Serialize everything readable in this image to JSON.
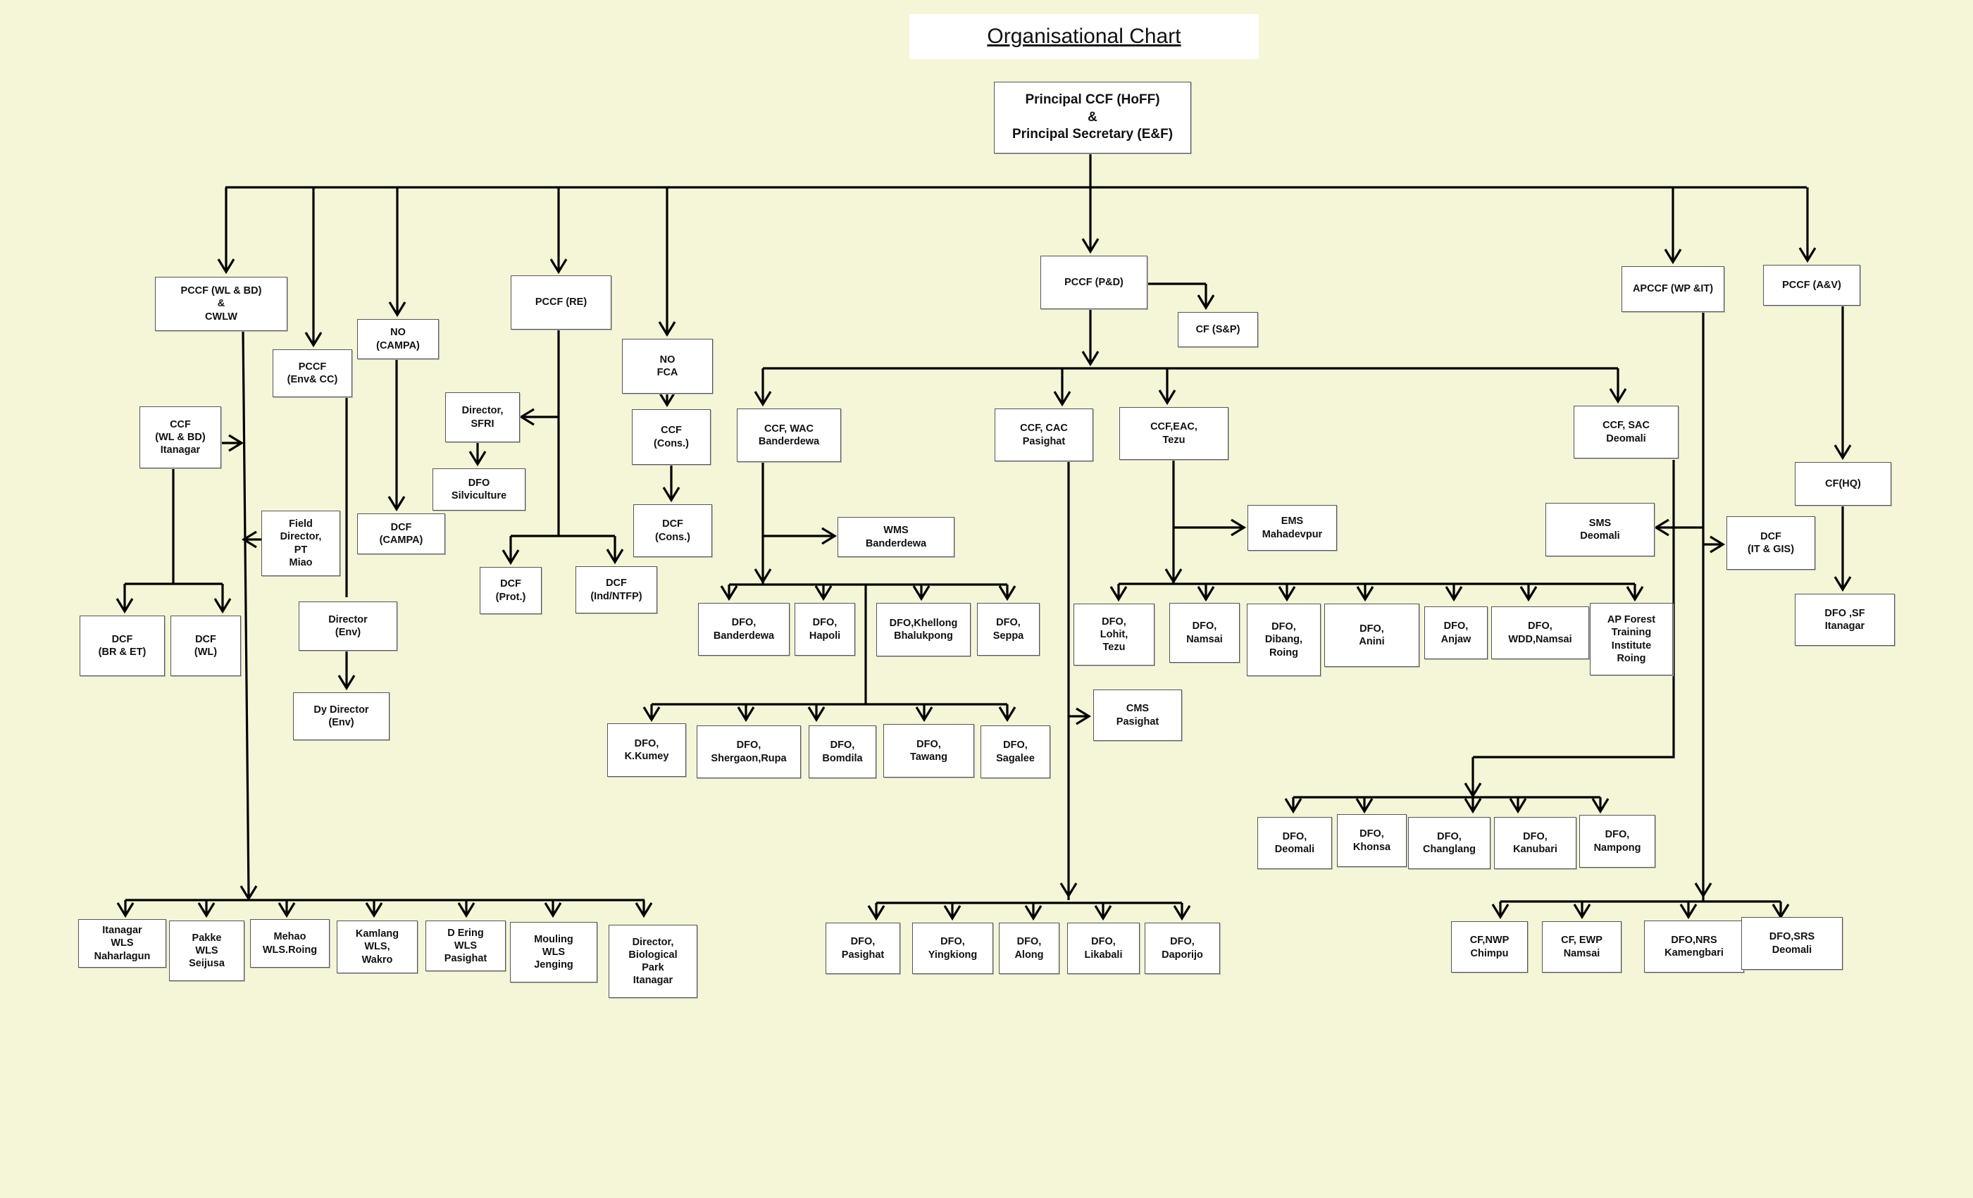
{
  "title": "Organisational Chart",
  "nodes": {
    "root": "Principal CCF (HoFF)\n&\nPrincipal Secretary (E&F)",
    "pccf_wlbd": "PCCF (WL & BD)\n&\nCWLW",
    "pccf_envcc": "PCCF\n(Env& CC)",
    "no_campa": "NO\n(CAMPA)",
    "pccf_re": "PCCF (RE)",
    "no_fca": "NO\nFCA",
    "pccf_pd": "PCCF (P&D)",
    "cf_sp": "CF (S&P)",
    "apccf_wpit": "APCCF (WP &IT)",
    "pccf_av": "PCCF (A&V)",
    "ccf_wlbd": "CCF\n(WL & BD)\nItanagar",
    "field_director": "Field\nDirector,\nPT\nMiao",
    "dcf_bret": "DCF\n(BR & ET)",
    "dcf_wl": "DCF\n(WL)",
    "director_env": "Director\n(Env)",
    "dy_director_env": "Dy Director\n(Env)",
    "dcf_campa": "DCF\n(CAMPA)",
    "director_sfri": "Director,\nSFRI",
    "dfo_silviculture": "DFO\nSilviculture",
    "dcf_prot": "DCF\n(Prot.)",
    "dcf_indntfp": "DCF\n(Ind/NTFP)",
    "ccf_cons": "CCF\n(Cons.)",
    "dcf_cons": "DCF\n(Cons.)",
    "ccf_wac": "CCF, WAC\nBanderdewa",
    "wms_banderdewa": "WMS\nBanderdewa",
    "dfo_banderdewa": "DFO,\nBanderdewa",
    "dfo_hapoli": "DFO,\nHapoli",
    "dfo_khellong": "DFO,Khellong\nBhalukpong",
    "dfo_seppa": "DFO,\nSeppa",
    "dfo_kkumey": "DFO,\nK.Kumey",
    "dfo_shergaon": "DFO,\nShergaon,Rupa",
    "dfo_bomdila": "DFO,\nBomdila",
    "dfo_tawang": "DFO,\nTawang",
    "dfo_sagalee": "DFO,\nSagalee",
    "ccf_cac": "CCF, CAC\nPasighat",
    "cms_pasighat": "CMS\nPasighat",
    "dfo_pasighat": "DFO,\nPasighat",
    "dfo_yingkiong": "DFO,\nYingkiong",
    "dfo_along": "DFO,\nAlong",
    "dfo_likabali": "DFO,\nLikabali",
    "dfo_daporijo": "DFO,\nDaporijo",
    "ccf_eac": "CCF,EAC,\nTezu",
    "ems_mahadevpur": "EMS\nMahadevpur",
    "dfo_lohit": "DFO,\nLohit,\nTezu",
    "dfo_namsai": "DFO,\nNamsai",
    "dfo_dibang": "DFO,\nDibang,\nRoing",
    "dfo_anini": "DFO,\nAnini",
    "dfo_anjaw": "DFO,\nAnjaw",
    "dfo_wdd": "DFO,\nWDD,Namsai",
    "ap_forest_institute": "AP Forest\nTraining\nInstitute\nRoing",
    "ccf_sac": "CCF, SAC\nDeomali",
    "sms_deomali": "SMS\nDeomali",
    "dfo_deomali": "DFO,\nDeomali",
    "dfo_khonsa": "DFO,\nKhonsa",
    "dfo_changlang": "DFO,\nChanglang",
    "dfo_kanubari": "DFO,\nKanubari",
    "dfo_nampong": "DFO,\nNampong",
    "dcf_itgis": "DCF\n(IT & GIS)",
    "cf_nwp": "CF,NWP\nChimpu",
    "cf_ewp": "CF, EWP\nNamsai",
    "dfo_nrs": "DFO,NRS\nKamengbari",
    "dfo_srs": "DFO,SRS\nDeomali",
    "cf_hq": "CF(HQ)",
    "dfo_sf": "DFO ,SF\nItanagar",
    "itanagar_wls": "Itanagar\nWLS\nNaharlagun",
    "pakke_wls": "Pakke\nWLS\nSeijusa",
    "mehao_wls": "Mehao\nWLS.Roing",
    "kamlang_wls": "Kamlang\nWLS,\nWakro",
    "dering_wls": "D Ering\nWLS\nPasighat",
    "mouling_wls": "Mouling\nWLS\nJenging",
    "director_biopark": "Director,\nBiological\nPark\nItanagar"
  }
}
